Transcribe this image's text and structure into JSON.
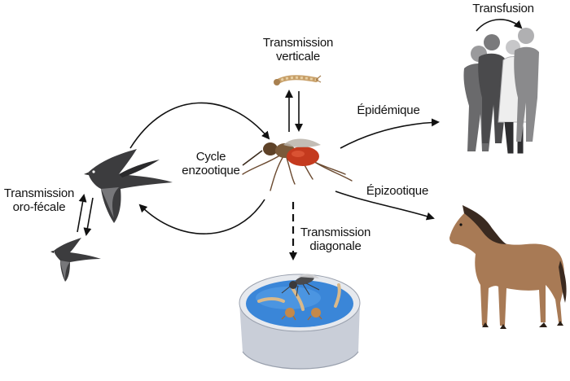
{
  "labels": {
    "transmission_verticale": [
      "Transmission",
      "verticale"
    ],
    "transfusion": "Transfusion",
    "epidemique": "Épidémique",
    "cycle_enzootique": [
      "Cycle",
      "enzootique"
    ],
    "epizootique": "Épizootique",
    "transmission_oro_fecale": [
      "Transmission",
      "oro-fécale"
    ],
    "transmission_diagonale": [
      "Transmission",
      "diagonale"
    ]
  },
  "colors": {
    "bird": "#3c3c3e",
    "bird_light": "#77777a",
    "mosquito_body": "#7a5a3a",
    "mosquito_blood": "#c43a1e",
    "larva": "#d9b98a",
    "water": "#3a86d8",
    "bowl": "#d6dbe3",
    "horse": "#a87a55",
    "horse_mane": "#3a2a20",
    "people_dark": "#4a4a4c",
    "people_grey": "#9a9a9c",
    "coat": "#eeeeee",
    "arrow": "#111111"
  },
  "icons": [
    "swallow-icon",
    "mosquito-icon",
    "larva-icon",
    "water-container-icon",
    "horse-icon",
    "people-icon"
  ]
}
